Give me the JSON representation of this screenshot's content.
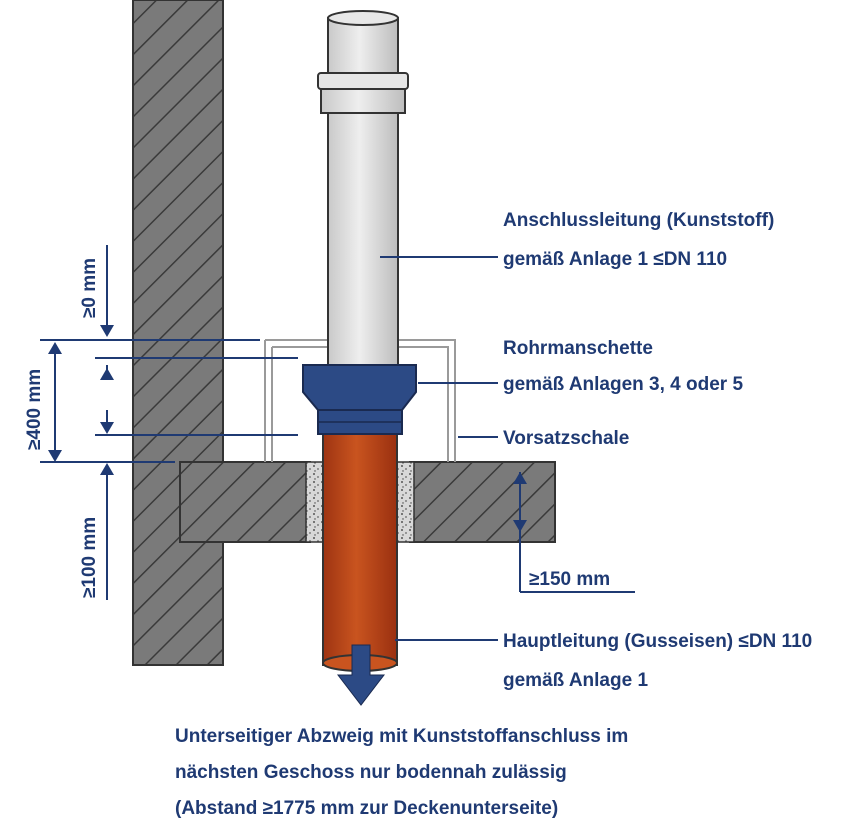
{
  "labels": {
    "anschluss_line1": "Anschlussleitung (Kunststoff)",
    "anschluss_line2": "gemäß Anlage 1 ≤DN 110",
    "manschette_line1": "Rohrmanschette",
    "manschette_line2": "gemäß Anlagen 3, 4 oder 5",
    "vorsatzschale": "Vorsatzschale",
    "haupt_line1": "Hauptleitung (Gusseisen) ≤DN 110",
    "haupt_line2": "gemäß Anlage 1",
    "bottom_line1": "Unterseitiger Abzweig mit Kunststoffanschluss im",
    "bottom_line2": "nächsten Geschoss nur bodennah zulässig",
    "bottom_line3": "(Abstand ≥1775 mm zur Deckenunterseite)"
  },
  "dimensions": {
    "d0": "≥0 mm",
    "d400": "≥400 mm",
    "d100": "≥100 mm",
    "d150": "≥150 mm"
  },
  "colors": {
    "label_blue": "#1f3a73",
    "cast_iron": "#b8441a",
    "plastic_pipe": "#dcdcdc",
    "sleeve": "#2c4a85",
    "wall_hatch": "#5a5a5a",
    "slab_fill": "#7d7d7d",
    "mortar": "#c8c8c8"
  }
}
